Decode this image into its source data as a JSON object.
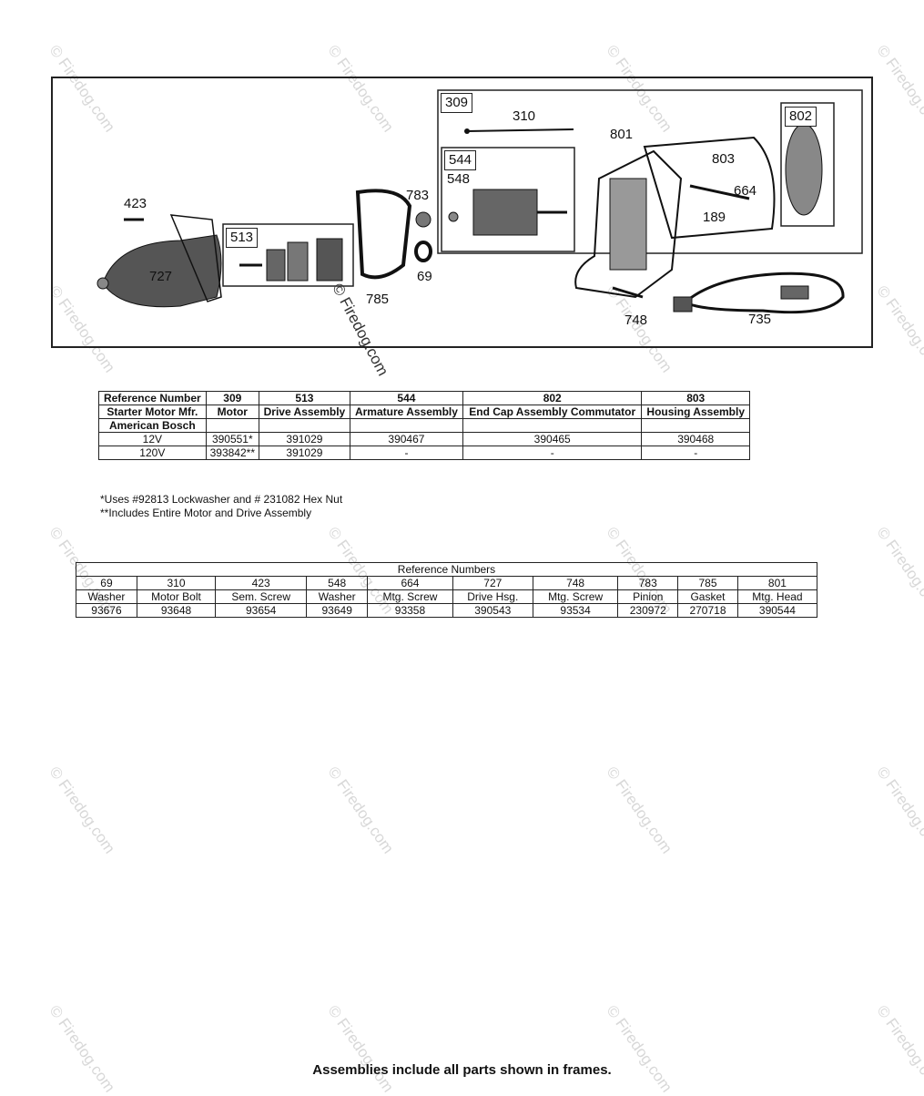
{
  "watermark": "© Firedog.com",
  "diagram": {
    "frames": [
      "309",
      "544",
      "513",
      "802"
    ],
    "callouts": [
      "423",
      "727",
      "513",
      "785",
      "783",
      "69",
      "548",
      "544",
      "309",
      "310",
      "801",
      "803",
      "802",
      "664",
      "189",
      "748",
      "735"
    ]
  },
  "table1": {
    "header_label": "Reference Number",
    "columns": [
      "309",
      "513",
      "544",
      "802",
      "803"
    ],
    "row_label_mfr": "Starter Motor Mfr.",
    "col_desc": [
      "Motor",
      "Drive Assembly",
      "Armature Assembly",
      "End Cap Assembly Commutator",
      "Housing Assembly"
    ],
    "mfr_name": "American Bosch",
    "rows": [
      {
        "label": "12V",
        "values": [
          "390551*",
          "391029",
          "390467",
          "390465",
          "390468"
        ]
      },
      {
        "label": "120V",
        "values": [
          "393842**",
          "391029",
          "-",
          "-",
          "-"
        ]
      }
    ]
  },
  "notes": [
    "*Uses #92813 Lockwasher and # 231082 Hex Nut",
    "**Includes Entire Motor and Drive Assembly"
  ],
  "table2": {
    "title": "Reference Numbers",
    "refs": [
      "69",
      "310",
      "423",
      "548",
      "664",
      "727",
      "748",
      "783",
      "785",
      "801"
    ],
    "names": [
      "Washer",
      "Motor Bolt",
      "Sem. Screw",
      "Washer",
      "Mtg. Screw",
      "Drive Hsg.",
      "Mtg. Screw",
      "Pinion",
      "Gasket",
      "Mtg. Head"
    ],
    "parts": [
      "93676",
      "93648",
      "93654",
      "93649",
      "93358",
      "390543",
      "93534",
      "230972",
      "270718",
      "390544"
    ]
  },
  "footer": "Assemblies include all parts shown in frames."
}
